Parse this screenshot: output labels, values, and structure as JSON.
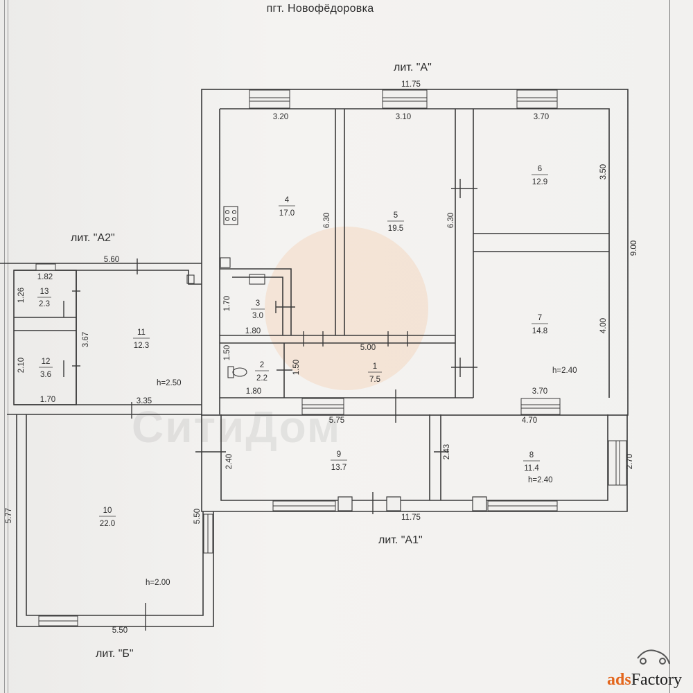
{
  "header": {
    "settlement": "пгт. Новофёдоровка"
  },
  "letters": {
    "A": "лит. \"А\"",
    "A2": "лит. \"А2\"",
    "A1": "лит. \"А1\"",
    "B": "лит. \"Б\""
  },
  "rooms": [
    {
      "id": "1",
      "area": "7.5"
    },
    {
      "id": "2",
      "area": "2.2"
    },
    {
      "id": "3",
      "area": "3.0"
    },
    {
      "id": "4",
      "area": "17.0"
    },
    {
      "id": "5",
      "area": "19.5"
    },
    {
      "id": "6",
      "area": "12.9"
    },
    {
      "id": "7",
      "area": "14.8"
    },
    {
      "id": "8",
      "area": "11.4"
    },
    {
      "id": "9",
      "area": "13.7"
    },
    {
      "id": "10",
      "area": "22.0"
    },
    {
      "id": "11",
      "area": "12.3"
    },
    {
      "id": "12",
      "area": "3.6"
    },
    {
      "id": "13",
      "area": "2.3"
    }
  ],
  "heights": {
    "A": "h=2.40",
    "A2": "h=2.50",
    "A1": "h=2.40",
    "B": "h=2.00"
  },
  "dimensions": {
    "a_top": "11.75",
    "r4_w": "3.20",
    "r5_w": "3.10",
    "r6_w": "3.70",
    "r6_h": "3.50",
    "a_h": "9.00",
    "r4_h": "6.30",
    "r5_h": "6.30",
    "r7_h": "4.00",
    "r7_w": "3.70",
    "r1_w": "5.00",
    "r3_h": "1.70",
    "r3_w": "1.80",
    "r2_h": "1.50",
    "r2_h_b": "1.50",
    "r2_w": "1.80",
    "a2_top": "5.60",
    "r13_w": "1.82",
    "r13_h": "1.26",
    "r11_h": "3.67",
    "r12_h": "2.10",
    "r12_w": "1.70",
    "r11_w": "3.35",
    "r9_w": "5.75",
    "r8_w": "4.70",
    "r9_h": "2.40",
    "r8_h_l": "2.43",
    "r8_h": "2.70",
    "a1_bot": "11.75",
    "r10_h_l": "5.77",
    "r10_h_r": "5.50",
    "b_bot": "5.50"
  },
  "watermark": "СитиДом",
  "brand": {
    "prefix": "ads",
    "suffix": "Factory"
  }
}
